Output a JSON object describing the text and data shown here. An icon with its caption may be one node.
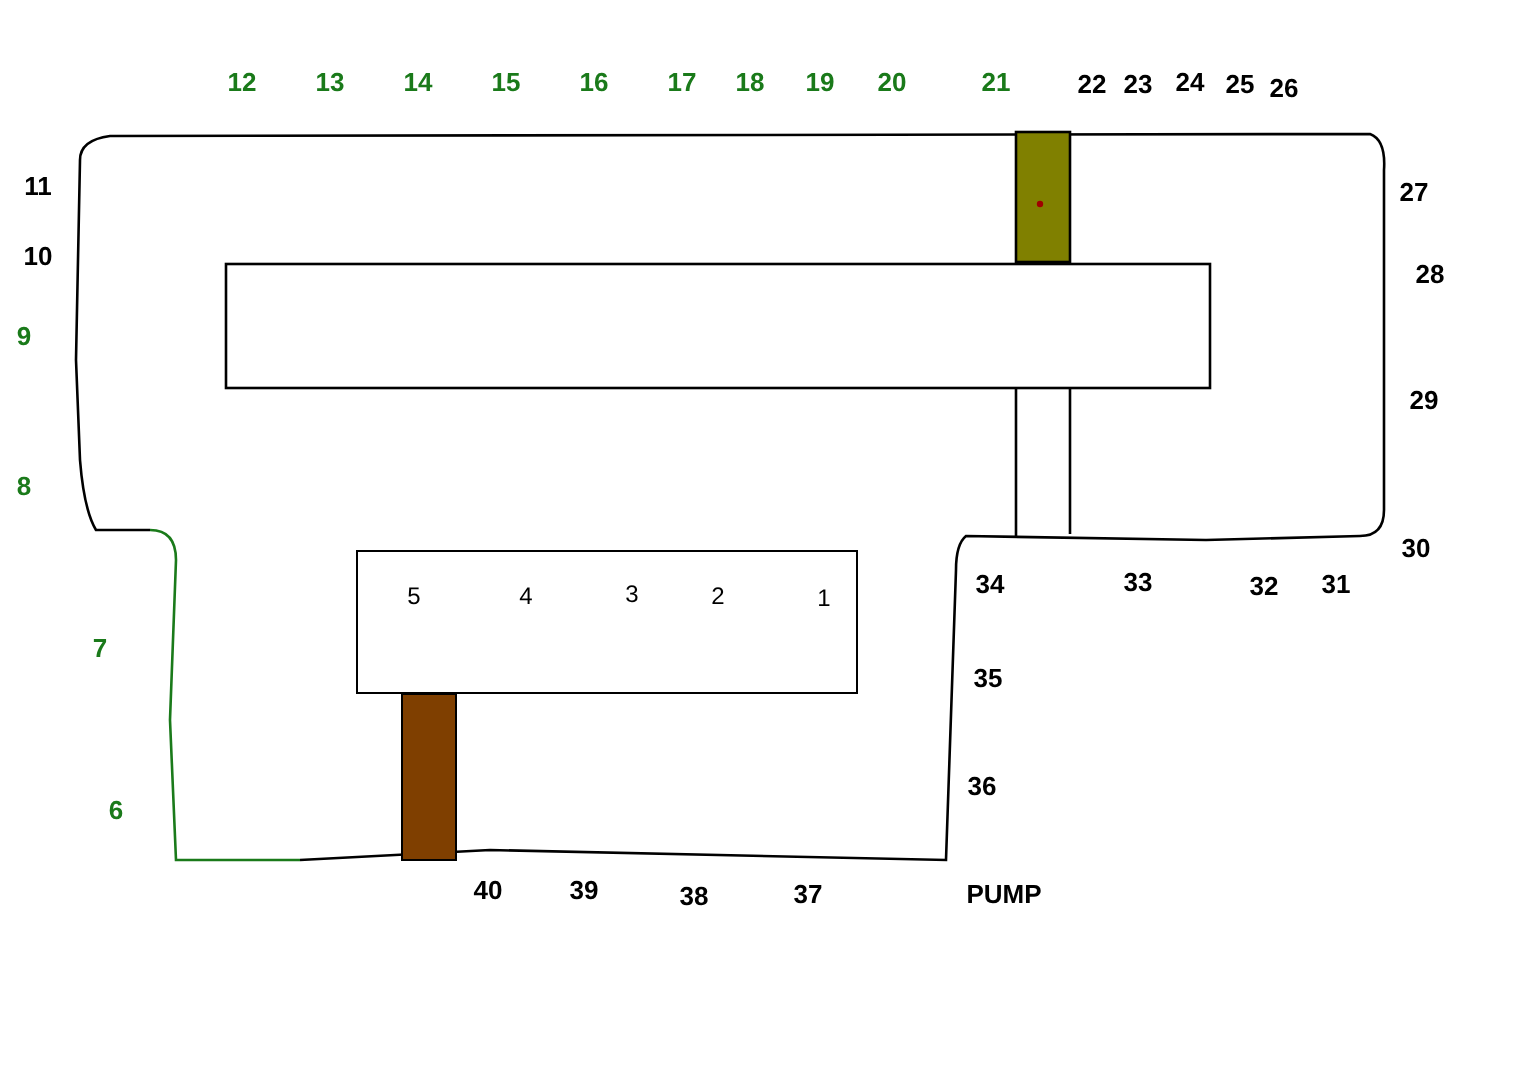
{
  "diagram": {
    "nodes": [
      {
        "text": [
          "5",
          "4",
          "3",
          "2",
          "1"
        ]
      }
    ],
    "labels": [
      "12",
      "13",
      "14",
      "15",
      "16",
      "17",
      "18",
      "19",
      "20",
      "21",
      "22",
      "23",
      "24",
      "25",
      "26",
      "11",
      "27",
      "10",
      "28",
      "9",
      "29",
      "8",
      "30",
      "34",
      "33",
      "32",
      "31",
      "7",
      "35",
      "36",
      "6",
      "40",
      "39",
      "38",
      "37",
      "PUMP"
    ]
  }
}
